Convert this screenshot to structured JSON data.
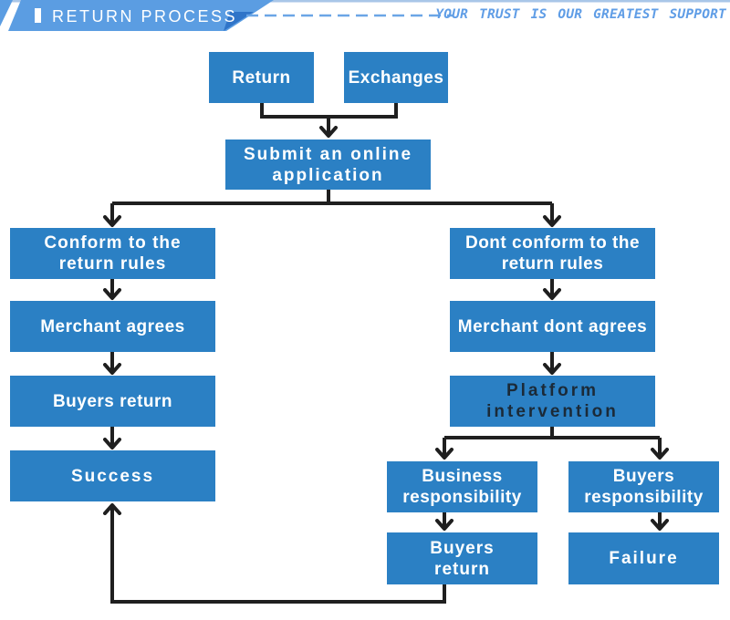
{
  "header": {
    "title": "RETURN PROCESS",
    "slogan": "YOUR TRUST IS OUR GREATEST SUPPORT"
  },
  "flowchart": {
    "nodes": {
      "return": {
        "lines": [
          "Return",
          ""
        ]
      },
      "exchanges": {
        "lines": [
          "Exchanges",
          ""
        ]
      },
      "submit": {
        "lines": [
          "Submit an online",
          "application"
        ]
      },
      "conform": {
        "lines": [
          "Conform to the",
          "return rules"
        ]
      },
      "dont_conform": {
        "lines": [
          "Dont conform to the",
          "return rules"
        ]
      },
      "merchant_agrees": {
        "lines": [
          "Merchant agrees",
          ""
        ]
      },
      "merchant_dont_agrees": {
        "lines": [
          "Merchant dont agrees",
          ""
        ]
      },
      "buyers_return": {
        "lines": [
          "Buyers return",
          ""
        ]
      },
      "platform_intervention": {
        "lines": [
          "Platform",
          "intervention"
        ]
      },
      "success": {
        "lines": [
          "Success",
          ""
        ]
      },
      "business_responsibility": {
        "lines": [
          "Business",
          "responsibility"
        ]
      },
      "buyers_responsibility": {
        "lines": [
          "Buyers",
          "responsibility"
        ]
      },
      "buyers_return_2": {
        "lines": [
          "Buyers",
          "return"
        ]
      },
      "failure": {
        "lines": [
          "Failure",
          ""
        ]
      }
    },
    "edges": [
      {
        "from": "return",
        "to": "submit"
      },
      {
        "from": "exchanges",
        "to": "submit"
      },
      {
        "from": "submit",
        "to": "conform"
      },
      {
        "from": "submit",
        "to": "dont_conform"
      },
      {
        "from": "conform",
        "to": "merchant_agrees"
      },
      {
        "from": "merchant_agrees",
        "to": "buyers_return"
      },
      {
        "from": "buyers_return",
        "to": "success"
      },
      {
        "from": "dont_conform",
        "to": "merchant_dont_agrees"
      },
      {
        "from": "merchant_dont_agrees",
        "to": "platform_intervention"
      },
      {
        "from": "platform_intervention",
        "to": "business_responsibility"
      },
      {
        "from": "platform_intervention",
        "to": "buyers_responsibility"
      },
      {
        "from": "business_responsibility",
        "to": "buyers_return_2"
      },
      {
        "from": "buyers_responsibility",
        "to": "failure"
      },
      {
        "from": "buyers_return_2",
        "to": "success"
      }
    ]
  },
  "colors": {
    "box_blue": "#2b80c4",
    "banner_blue": "#5b9de2",
    "banner_fold_blue": "#2f74c8",
    "dash_line_blue": "#6ba6e6",
    "slogan_blue": "#5f9de6",
    "connector_black": "#1f1f1f",
    "platform_text_dark": "#1b2a38",
    "box_text_white": "#ffffff"
  }
}
